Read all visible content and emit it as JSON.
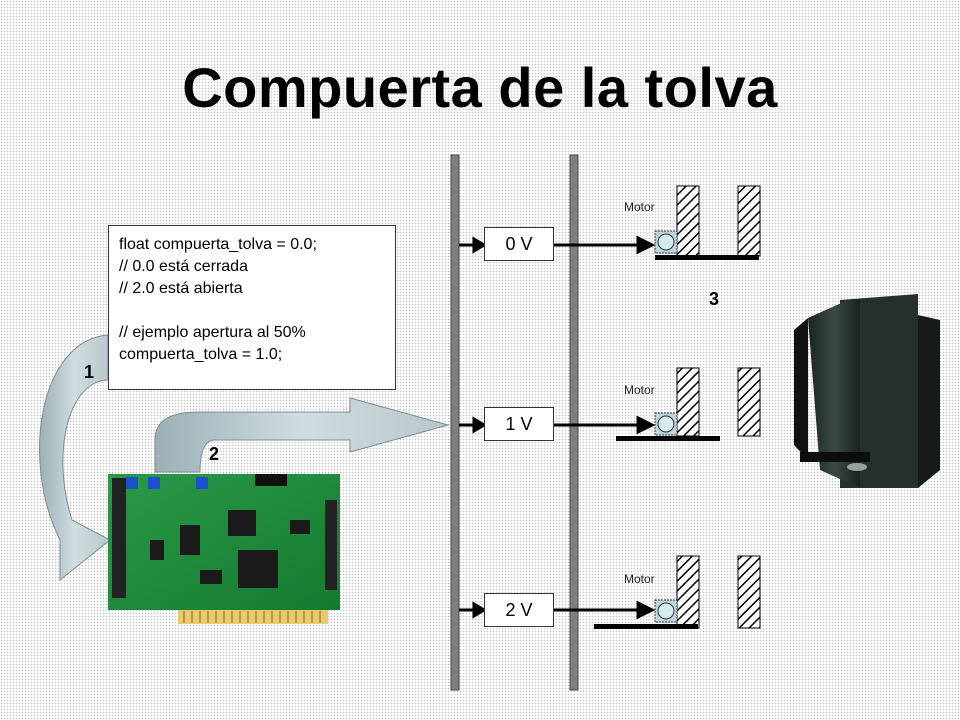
{
  "title": "Compuerta de la tolva",
  "code_lines": [
    "float compuerta_tolva = 0.0;",
    "// 0.0 está cerrada",
    "// 2.0 está abierta",
    "",
    "// ejemplo apertura al 50%",
    "compuerta_tolva = 1.0;"
  ],
  "step_labels": [
    "1",
    "2",
    "3"
  ],
  "voltages": [
    "0 V",
    "1 V",
    "2 V"
  ],
  "motor_label": "Motor",
  "colors": {
    "bus": "#7f7f7f",
    "arrow": "#c5d5d9",
    "bar": "#000000",
    "pcb": "#1f8a3a"
  }
}
